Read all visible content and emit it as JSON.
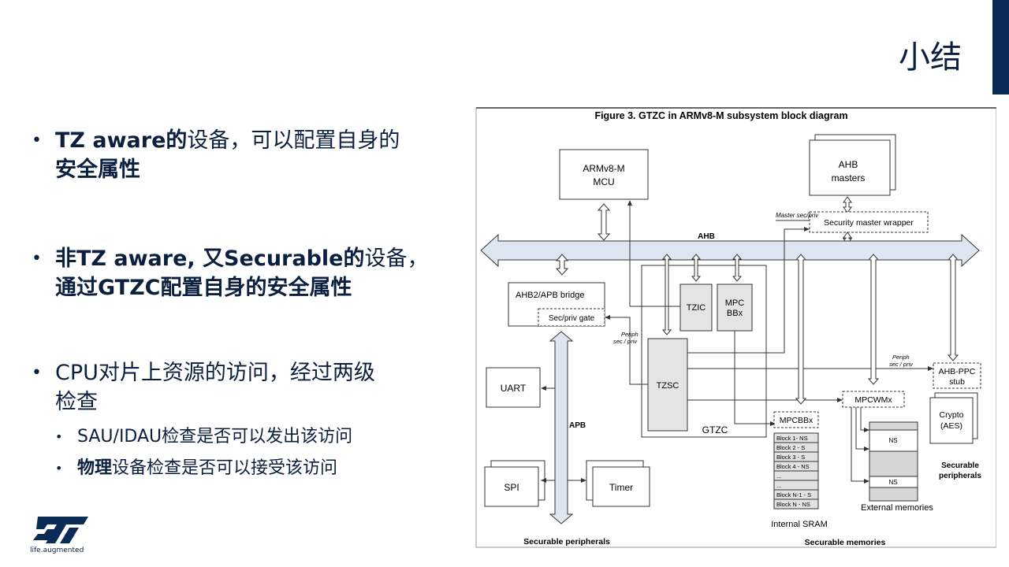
{
  "slide": {
    "title": "小结",
    "accent_color": "#0b2b57",
    "text_color": "#0b1f3f"
  },
  "bullets": [
    {
      "bold": "TZ aware的",
      "rest": "设备，可以配置自身的",
      "line2_bold": "安全属性",
      "line2_rest": ""
    },
    {
      "bold": "非TZ aware, 又Securable的",
      "rest": "设备，",
      "line2_bold": "通过GTZC配置自身的安全属性",
      "line2_rest": ""
    },
    {
      "bold": "",
      "rest": "CPU对片上资源的访问，经过两级",
      "line2_bold": "",
      "line2_rest": "检查"
    }
  ],
  "sub_bullets": [
    {
      "bold": "",
      "rest": "SAU/IDAU检查是否可以发出该访问"
    },
    {
      "bold": "物理",
      "rest": "设备检查是否可以接受该访问"
    }
  ],
  "logo": {
    "tagline": "life.augmented"
  },
  "diagram": {
    "caption": "Figure 3. GTZC in ARMv8-M subsystem block diagram",
    "mcu": [
      "ARMv8-M",
      "MCU"
    ],
    "ahb_masters": [
      "AHB",
      "masters"
    ],
    "master_sec_priv": "Master sec/priv",
    "security_master_wrapper": "Security master wrapper",
    "ahb": "AHB",
    "ahb2apb_bridge": "AHB2/APB bridge",
    "sec_priv_gate": "Sec/priv gate",
    "tzic": "TZIC",
    "mpcbbx_inner": [
      "MPC",
      "BBx"
    ],
    "periph_sec_priv_left": [
      "Periph",
      "sec / priv"
    ],
    "periph_sec_priv_right": [
      "Periph",
      "sec / priv"
    ],
    "tzsc": "TZSC",
    "gtzc": "GTZC",
    "apb": "APB",
    "uart": "UART",
    "spi": "SPI",
    "timer": "Timer",
    "ahb_ppc_stub": [
      "AHB-PPC",
      "stub"
    ],
    "mpcwmx": "MPCWMx",
    "mpcbbx": "MPCBBx",
    "crypto": [
      "Crypto",
      "(AES)"
    ],
    "secure_periph_right": [
      "Securable",
      "peripherals"
    ],
    "sram_blocks": [
      "Block 1- NS",
      "Block 2 - S",
      "Block 3 - S",
      "Block 4 - NS",
      "...",
      "...",
      "Block N-1 - S",
      "Block N - NS"
    ],
    "internal_sram": "Internal SRAM",
    "ext_mem_labels": [
      "NS",
      "NS"
    ],
    "external_memories": "External memories",
    "securable_peripherals": "Securable peripherals",
    "securable_memories": "Securable memories"
  }
}
